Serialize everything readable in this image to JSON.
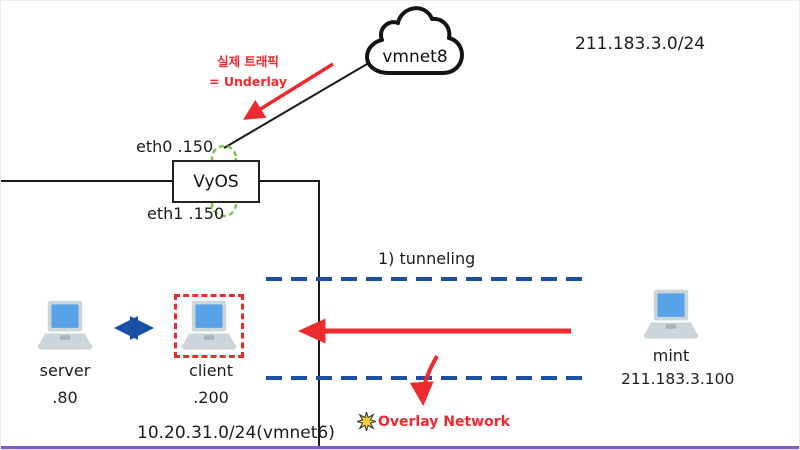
{
  "diagram": {
    "cloud": {
      "label": "vmnet8"
    },
    "wan_subnet": "211.183.3.0/24",
    "underlay_note": {
      "line1": "실제 트래픽",
      "line2": "= Underlay"
    },
    "router": {
      "label": "VyOS",
      "eth0": "eth0 .150",
      "eth1": "eth1 .150"
    },
    "tunnel_label": "1) tunneling",
    "overlay_label": "Overlay Network",
    "lan_subnet": "10.20.31.0/24(vmnet6)",
    "hosts": {
      "server": {
        "name": "server",
        "addr": ".80"
      },
      "client": {
        "name": "client",
        "addr": ".200"
      },
      "mint": {
        "name": "mint",
        "addr": "211.183.3.100"
      }
    }
  },
  "colors": {
    "red": "#ee2a2e",
    "blue": "#1b4fa4",
    "green": "#7cc84e",
    "purple": "#7b5bd5",
    "star_yellow": "#ffd43b",
    "laptop_body": "#ccd5da",
    "laptop_screen": "#57a3e6",
    "laptop_notch": "#a8b4ba"
  }
}
